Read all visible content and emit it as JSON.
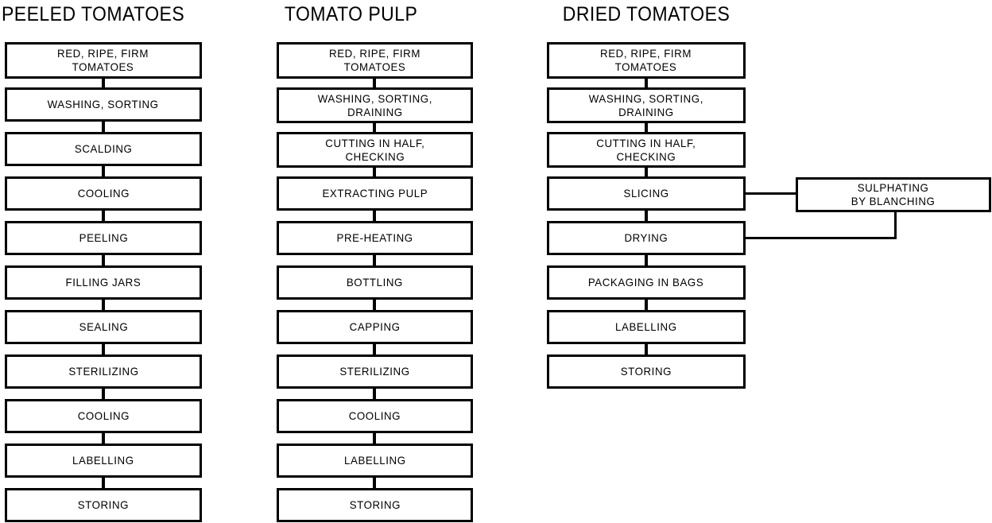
{
  "diagram": {
    "title": "Tomato processing flow diagrams",
    "ink_color": "#000000",
    "paper_color": "#ffffff",
    "columns": [
      {
        "id": "peeled-tomatoes",
        "title": "PEELED  TOMATOES",
        "steps": [
          "RED,  RIPE,  FIRM\nTOMATOES",
          "WASHING,  SORTING",
          "SCALDING",
          "COOLING",
          "PEELING",
          "FILLING  JARS",
          "SEALING",
          "STERILIZING",
          "COOLING",
          "LABELLING",
          "STORING"
        ]
      },
      {
        "id": "tomato-pulp",
        "title": "TOMATO  PULP",
        "steps": [
          "RED,  RIPE,  FIRM\nTOMATOES",
          "WASHING,  SORTING,\nDRAINING",
          "CUTTING  IN  HALF,\nCHECKING",
          "EXTRACTING  PULP",
          "PRE-HEATING",
          "BOTTLING",
          "CAPPING",
          "STERILIZING",
          "COOLING",
          "LABELLING",
          "STORING"
        ]
      },
      {
        "id": "dried-tomatoes",
        "title": "DRIED TOMATOES",
        "steps": [
          "RED,  RIPE,  FIRM\nTOMATOES",
          "WASHING,  SORTING,\nDRAINING",
          "CUTTING  IN  HALF,\nCHECKING",
          "SLICING",
          "DRYING",
          "PACKAGING IN BAGS",
          "LABELLING",
          "STORING"
        ]
      }
    ],
    "side_nodes": [
      {
        "id": "sulphating",
        "label": "SULPHATING\nBY BLANCHING",
        "from_step": "SLICING",
        "to_step": "DRYING"
      }
    ]
  }
}
